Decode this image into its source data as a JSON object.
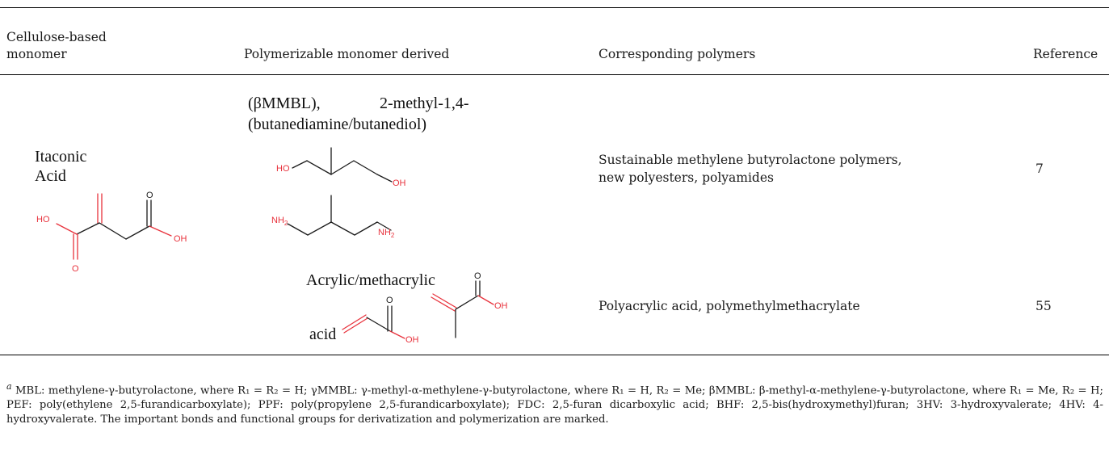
{
  "table": {
    "headers": {
      "col1_line1": "Cellulose-based",
      "col1_line2": "monomer",
      "col2": "Polymerizable monomer derived",
      "col3": "Corresponding polymers",
      "col4": "Reference"
    },
    "rows": [
      {
        "monomer_line1": "Itaconic",
        "monomer_line2": "Acid",
        "derived_line1_a": "(βMMBL),",
        "derived_line1_b": "2-methyl-1,4-",
        "derived_line2": "(butanediamine/butanediol)",
        "polymers_line1": "Sustainable methylene butyrolactone polymers,",
        "polymers_line2": "new polyesters, polyamides",
        "reference": "7"
      },
      {
        "derived_line1": "Acrylic/methacrylic",
        "derived_line2": "acid",
        "polymers": "Polyacrylic acid, polymethylmethacrylate",
        "reference": "55"
      }
    ]
  },
  "structures": {
    "atom_O": "O",
    "atom_HO": "HO",
    "atom_OH": "OH",
    "atom_NH2": "NH",
    "subscript_2": "2"
  },
  "footnote": {
    "marker": "a",
    "text": " MBL: methylene-γ-butyrolactone, where R₁ = R₂ = H; γMMBL: γ-methyl-α-methylene-γ-butyrolactone, where R₁ = H, R₂ = Me; βMMBL: β-methyl-α-methylene-γ-butyrolactone, where R₁ = Me, R₂ = H; PEF: poly(ethylene 2,5-furandicarboxylate); PPF: poly(propylene 2,5-furandicarboxylate); FDC: 2,5-furan dicarboxylic acid; BHF: 2,5-bis(hydroxymethyl)furan; 3HV: 3-hydroxyvalerate; 4HV: 4-hydroxyvalerate. The important bonds and functional groups for derivatization and polymerization are marked."
  },
  "colors": {
    "heteroatom": "#e8323c",
    "bond": "#1a1a1a",
    "text": "#1a1a1a"
  }
}
